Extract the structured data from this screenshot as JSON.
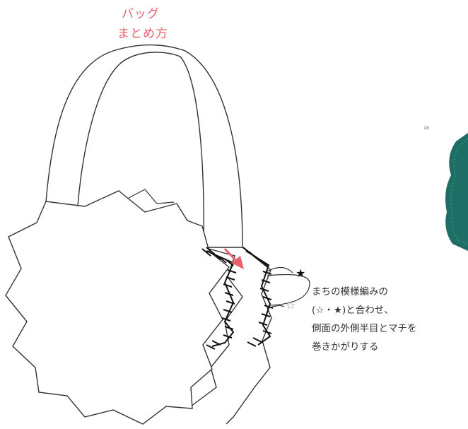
{
  "title": {
    "line1": "バッグ",
    "line2": "まとめ方"
  },
  "annotation": {
    "filled_star": "★",
    "outline_star": "☆",
    "lines": [
      "まちの模様編みの",
      "(☆・★)と合わせ、",
      "側面の外側半目とマチを",
      "巻きかがりする"
    ]
  },
  "corner_mark": "18",
  "colors": {
    "title": "#e8606a",
    "arrow": "#e8606a",
    "outline": "#333333",
    "stitch": "#111111",
    "knit_sample": "#1f6e66"
  }
}
